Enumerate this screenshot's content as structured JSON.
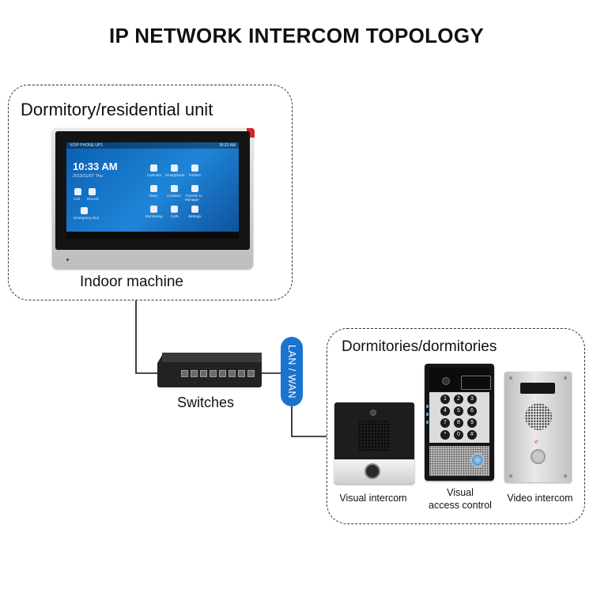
{
  "title": "IP NETWORK INTERCOM TOPOLOGY",
  "residential_group": {
    "title": "Dormitory/residential unit",
    "device_label": "Indoor machine",
    "screen": {
      "status_left": "VOIP PHONE UP1",
      "status_right": "18:33 AM",
      "time": "10:33 AM",
      "date": "2019/11/07 Thu",
      "left_tiles": [
        "Call",
        "Record",
        "Emergency Dial"
      ],
      "grid_tiles": [
        "Calendar",
        "Smartphone",
        "Folders",
        "Alarm",
        "Contacts",
        "Transfer to Manager",
        "Monitoring",
        "Calls",
        "Settings"
      ]
    }
  },
  "switch": {
    "label": "Switches"
  },
  "network": {
    "label": "LAN / WAN"
  },
  "dorm_group": {
    "title": "Dormitories/dormitories",
    "devices": [
      {
        "label": "Visual intercom"
      },
      {
        "label_line1": "Visual",
        "label_line2": "access control"
      },
      {
        "label": "Video intercom"
      }
    ]
  },
  "keypad_keys": [
    "1",
    "2",
    "3",
    "4",
    "5",
    "6",
    "7",
    "8",
    "9",
    "*",
    "0",
    "#"
  ],
  "colors": {
    "lan_pill": "#1a73cf",
    "screen_blue": "#1f85d8",
    "accent_red": "#d62424"
  }
}
